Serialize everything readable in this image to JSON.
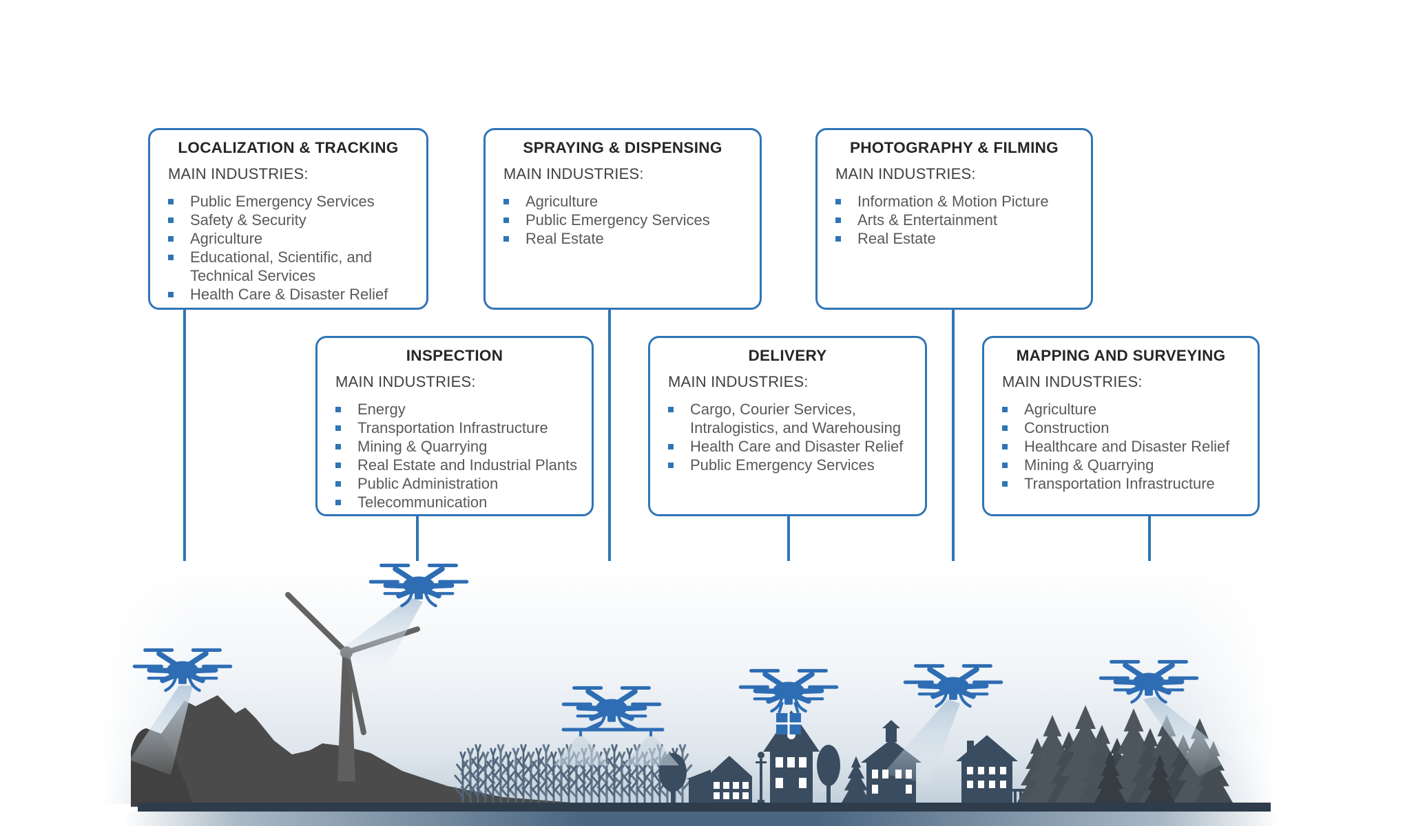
{
  "page_background": "#FFFFFF",
  "colors": {
    "accent": "#2E75B6",
    "drone": "#2E6DB4",
    "title_text": "#262626",
    "subtitle_text": "#404040",
    "body_text": "#595959",
    "mountain": "#4B4B4B",
    "turbine": "#606060",
    "village_silhouette": "#3A4C5F",
    "forest": "#49525A",
    "ground": "#2E3C4B"
  },
  "cards": [
    {
      "id": "localization-tracking",
      "title": "LOCALIZATION & TRACKING",
      "subtitle": "MAIN INDUSTRIES:",
      "items": [
        "Public Emergency Services",
        "Safety & Security",
        "Agriculture",
        "Educational, Scientific, and Technical Services",
        "Health Care & Disaster Relief"
      ]
    },
    {
      "id": "spraying-dispensing",
      "title": "SPRAYING & DISPENSING",
      "subtitle": "MAIN INDUSTRIES:",
      "items": [
        "Agriculture",
        "Public Emergency Services",
        "Real Estate"
      ]
    },
    {
      "id": "photography-filming",
      "title": "PHOTOGRAPHY & FILMING",
      "subtitle": "MAIN INDUSTRIES:",
      "items": [
        "Information & Motion Picture",
        "Arts & Entertainment",
        "Real Estate"
      ]
    },
    {
      "id": "inspection",
      "title": "INSPECTION",
      "subtitle": "MAIN INDUSTRIES:",
      "items": [
        "Energy",
        "Transportation Infrastructure",
        "Mining & Quarrying",
        "Real Estate and Industrial Plants",
        "Public Administration",
        "Telecommunication"
      ]
    },
    {
      "id": "delivery",
      "title": "DELIVERY",
      "subtitle": "MAIN INDUSTRIES:",
      "items": [
        "Cargo, Courier Services, Intralogistics, and Warehousing",
        "Health Care and Disaster Relief",
        "Public Emergency Services"
      ]
    },
    {
      "id": "mapping-surveying",
      "title": "MAPPING AND SURVEYING",
      "subtitle": "MAIN INDUSTRIES:",
      "items": [
        "Agriculture",
        "Construction",
        "Healthcare and Disaster Relief",
        "Mining & Quarrying",
        "Transportation Infrastructure"
      ]
    }
  ],
  "scene": {
    "label": "illustrated landscape with drones",
    "drones": [
      {
        "icon": "hexacopter-drone-icon",
        "task": "localization-tracking",
        "feature": "scanning-beam"
      },
      {
        "icon": "hexacopter-drone-icon",
        "task": "inspection",
        "feature": "scanning-beam"
      },
      {
        "icon": "hexacopter-drone-icon",
        "task": "spraying-dispensing",
        "feature": "spray-boom"
      },
      {
        "icon": "hexacopter-drone-icon",
        "task": "delivery",
        "feature": "package"
      },
      {
        "icon": "hexacopter-drone-icon",
        "task": "photography-filming",
        "feature": "scanning-beam"
      },
      {
        "icon": "hexacopter-drone-icon",
        "task": "mapping-surveying",
        "feature": "scanning-beam"
      }
    ],
    "landscape": [
      "mountain",
      "wind-turbine",
      "cornfield",
      "village-houses",
      "street-lamp",
      "round-trees",
      "pine-forest",
      "ground",
      "water-band"
    ]
  }
}
